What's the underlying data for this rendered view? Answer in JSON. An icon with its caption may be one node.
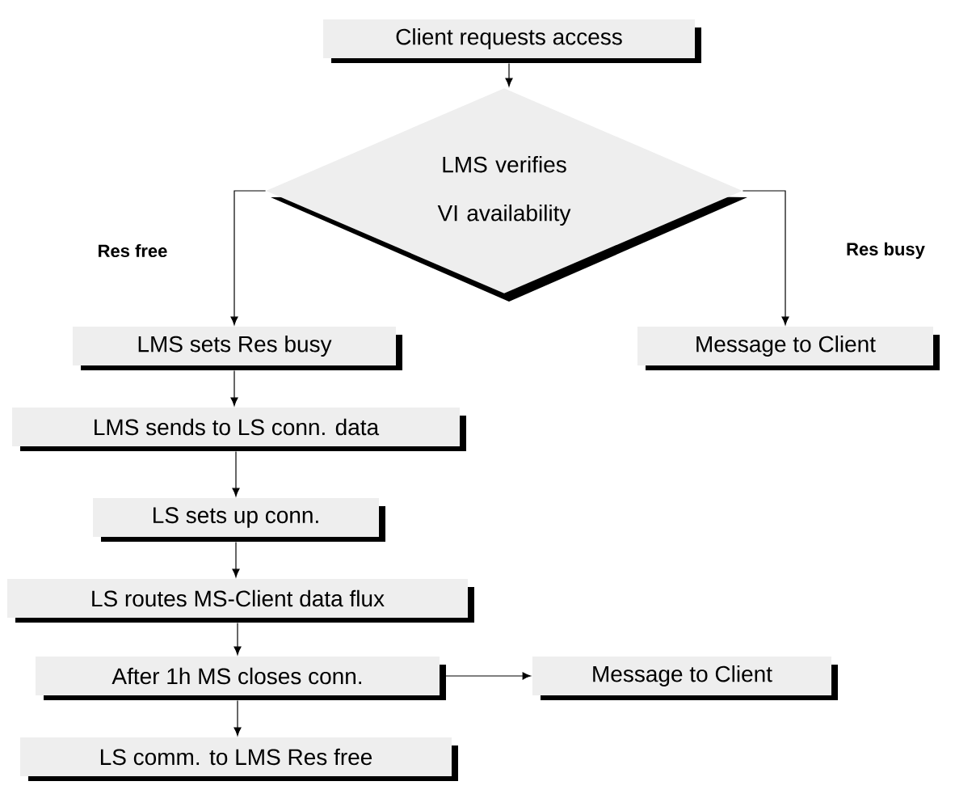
{
  "diagram": {
    "nodes": [
      {
        "text": [
          "Client requests access"
        ]
      },
      {
        "text": [
          "LMS verifies VI availability"
        ]
      },
      {
        "text": [
          "LMS sets Res busy"
        ]
      },
      {
        "text": [
          "Message to Client"
        ]
      },
      {
        "text": [
          "LMS sends to LS conn. data"
        ]
      },
      {
        "text": [
          "LS sets up conn."
        ]
      },
      {
        "text": [
          "LS routes MS-Client data flux"
        ]
      },
      {
        "text": [
          "After 1h MS closes conn."
        ]
      },
      {
        "text": [
          "Message to Client"
        ]
      },
      {
        "text": [
          "LS comm. to LMS Res free"
        ]
      }
    ],
    "edges": [
      {
        "from": 0,
        "to": 1,
        "arrow": "to"
      },
      {
        "from": 1,
        "to": 2,
        "arrow": "to",
        "label": "Res free"
      },
      {
        "from": 1,
        "to": 3,
        "arrow": "to",
        "label": "Res busy"
      },
      {
        "from": 2,
        "to": 4,
        "arrow": "to"
      },
      {
        "from": 4,
        "to": 5,
        "arrow": "to"
      },
      {
        "from": 5,
        "to": 6,
        "arrow": "to"
      },
      {
        "from": 6,
        "to": 7,
        "arrow": "to"
      },
      {
        "from": 7,
        "to": 8,
        "arrow": "to"
      },
      {
        "from": 7,
        "to": 9,
        "arrow": "to"
      }
    ]
  }
}
